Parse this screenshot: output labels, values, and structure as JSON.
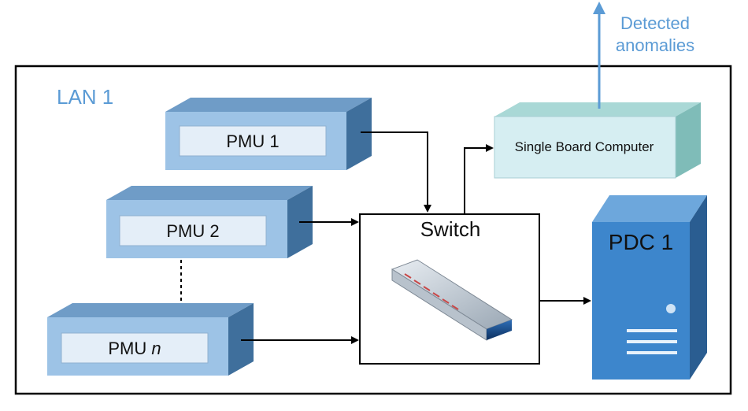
{
  "lan": {
    "label": "LAN 1"
  },
  "output": {
    "line1": "Detected",
    "line2": "anomalies"
  },
  "pmus": [
    {
      "label": "PMU 1"
    },
    {
      "label": "PMU 2"
    },
    {
      "label_prefix": "PMU ",
      "label_var": "n"
    }
  ],
  "switch": {
    "label": "Switch"
  },
  "sbc": {
    "label": "Single Board Computer"
  },
  "pdc": {
    "label": "PDC 1"
  },
  "colors": {
    "accent": "#5b9bd5",
    "pmu_front": "#9dc3e6",
    "pmu_top": "#6f9cc7",
    "pmu_side": "#3f6f9c",
    "sbc_front": "#d6eef2",
    "sbc_side": "#7fbcb8",
    "pdc_front": "#3d86cc",
    "pdc_side": "#2a5d91"
  }
}
